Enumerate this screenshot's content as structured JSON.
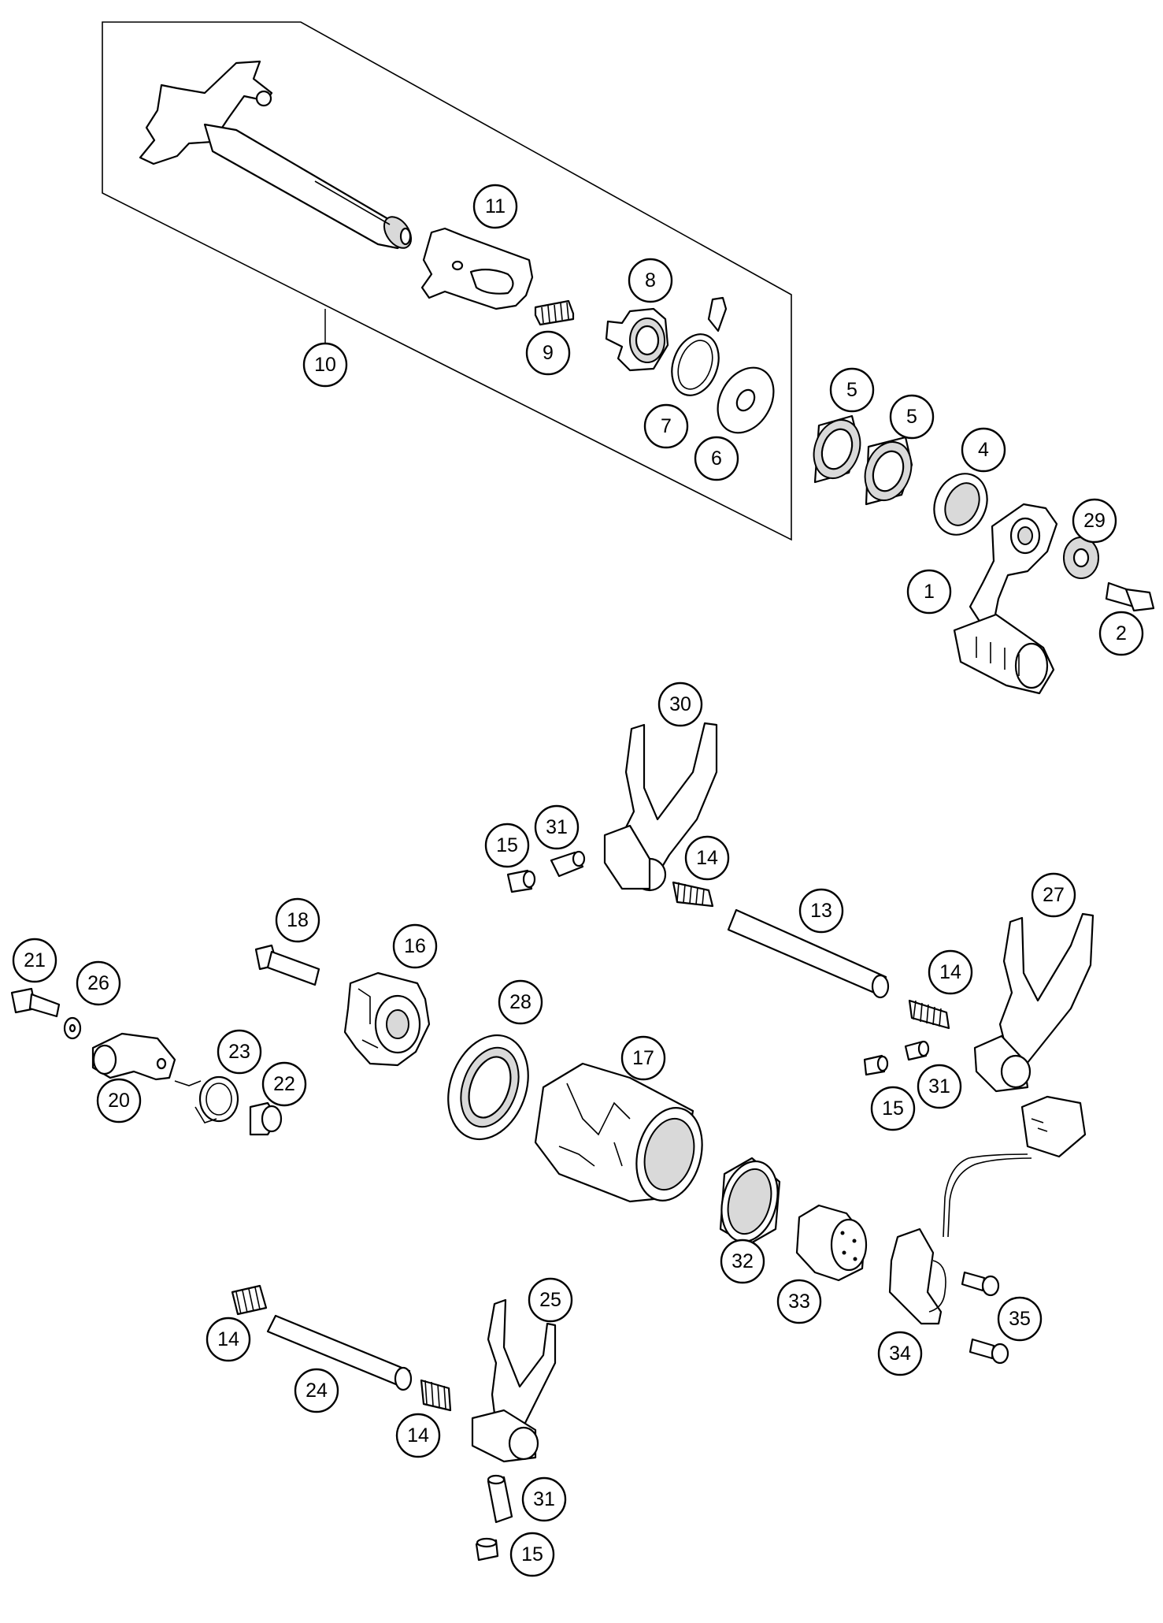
{
  "callouts": [
    {
      "label": "1"
    },
    {
      "label": "2"
    },
    {
      "label": "4"
    },
    {
      "label": "5"
    },
    {
      "label": "5"
    },
    {
      "label": "6"
    },
    {
      "label": "7"
    },
    {
      "label": "8"
    },
    {
      "label": "9"
    },
    {
      "label": "10"
    },
    {
      "label": "11"
    },
    {
      "label": "13"
    },
    {
      "label": "14"
    },
    {
      "label": "14"
    },
    {
      "label": "14"
    },
    {
      "label": "14"
    },
    {
      "label": "15"
    },
    {
      "label": "15"
    },
    {
      "label": "15"
    },
    {
      "label": "16"
    },
    {
      "label": "17"
    },
    {
      "label": "18"
    },
    {
      "label": "20"
    },
    {
      "label": "21"
    },
    {
      "label": "22"
    },
    {
      "label": "23"
    },
    {
      "label": "24"
    },
    {
      "label": "25"
    },
    {
      "label": "26"
    },
    {
      "label": "27"
    },
    {
      "label": "28"
    },
    {
      "label": "29"
    },
    {
      "label": "30"
    },
    {
      "label": "31"
    },
    {
      "label": "31"
    },
    {
      "label": "31"
    },
    {
      "label": "32"
    },
    {
      "label": "33"
    },
    {
      "label": "34"
    },
    {
      "label": "35"
    }
  ]
}
